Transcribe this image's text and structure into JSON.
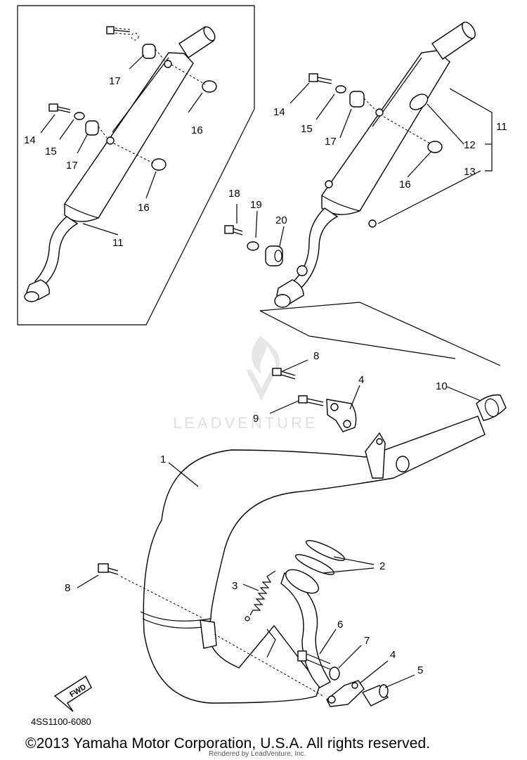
{
  "diagram": {
    "callouts": {
      "c1": "1",
      "c2": "2",
      "c3": "3",
      "c4a": "4",
      "c4b": "4",
      "c5": "5",
      "c6": "6",
      "c7": "7",
      "c8a": "8",
      "c8b": "8",
      "c9": "9",
      "c10": "10",
      "c11a": "11",
      "c11b": "11",
      "c12": "12",
      "c13": "13",
      "c14a": "14",
      "c14b": "14",
      "c15a": "15",
      "c15b": "15",
      "c16a": "16",
      "c16b": "16",
      "c16c": "16",
      "c17a": "17",
      "c17b": "17",
      "c17c": "17",
      "c18": "18",
      "c19": "19",
      "c20": "20"
    },
    "fwd_label": "FWD",
    "watermark": "LEADVENTURE"
  },
  "footer": {
    "code": "4SS1100-6080",
    "copyright": "©2013 Yamaha Motor Corporation, U.S.A. All rights reserved.",
    "rendered_by": "Rendered by LeadVenture, Inc."
  }
}
